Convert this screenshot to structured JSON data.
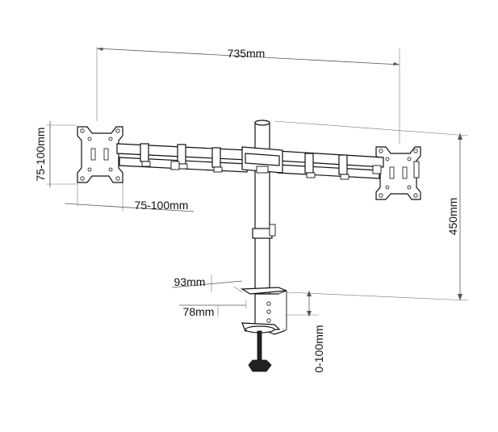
{
  "dimensions": {
    "width_total": "735mm",
    "vesa_height": "75-100mm",
    "vesa_width": "75-100mm",
    "height_total": "450mm",
    "clamp_depth": "93mm",
    "clamp_width": "78mm",
    "clamp_thickness": "0-100mm"
  },
  "colors": {
    "line": "#111111",
    "dimension_line": "#555555",
    "background": "#ffffff"
  }
}
